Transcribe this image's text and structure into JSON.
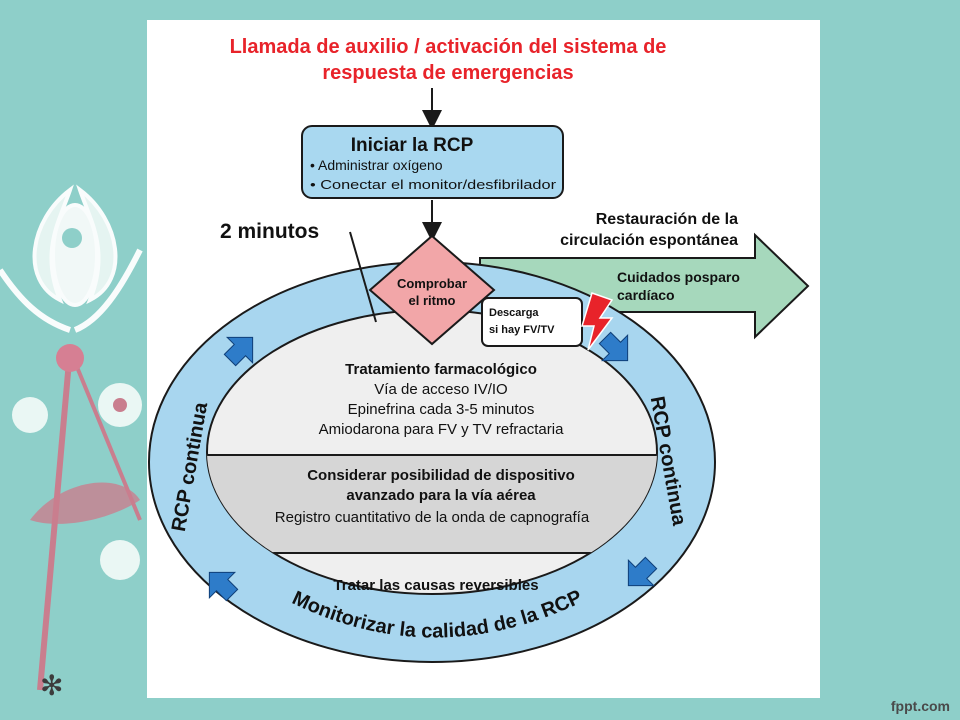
{
  "header": {
    "line1": "Llamada de auxilio / activación del sistema de",
    "line2": "respuesta de emergencias"
  },
  "start_box": {
    "title": "Iniciar la RCP",
    "items": [
      "• Administrar oxígeno",
      "• Conectar el monitor/desfibrilador"
    ]
  },
  "two_minutes": "2 minutos",
  "rhythm": {
    "line1": "Comprobar",
    "line2": "el ritmo"
  },
  "shock": {
    "line1": "Descarga",
    "line2": "si hay FV/TV"
  },
  "rosc": {
    "line1": "Restauración de la",
    "line2": "circulación espontánea",
    "arrow_line1": "Cuidados posparo",
    "arrow_line2": "cardíaco"
  },
  "ring": {
    "left_label": "RCP continua",
    "right_label": "RCP continua",
    "bottom_label": "Monitorizar la calidad de la RCP"
  },
  "center": {
    "pharm_title": "Tratamiento farmacológico",
    "pharm_items": [
      "Vía de acceso IV/IO",
      "Epinefrina cada 3-5 minutos",
      "Amiodarona para FV y TV refractaria"
    ],
    "airway_title_1": "Considerar posibilidad de dispositivo",
    "airway_title_2": "avanzado para la vía aérea",
    "airway_item": "Registro cuantitativo de la onda de capnografía",
    "causes": "Tratar las causas reversibles"
  },
  "watermark": "fppt.com",
  "colors": {
    "background": "#8ecfc9",
    "header_red": "#e8232a",
    "box_blue": "#a9d8f0",
    "ring_blue": "#a8d6ef",
    "arrow_blue": "#2e7cc9",
    "diamond_pink": "#f2a6a8",
    "green_arrow": "#a6d8bc",
    "center_light": "#efefef",
    "center_mid": "#d6d6d6"
  }
}
